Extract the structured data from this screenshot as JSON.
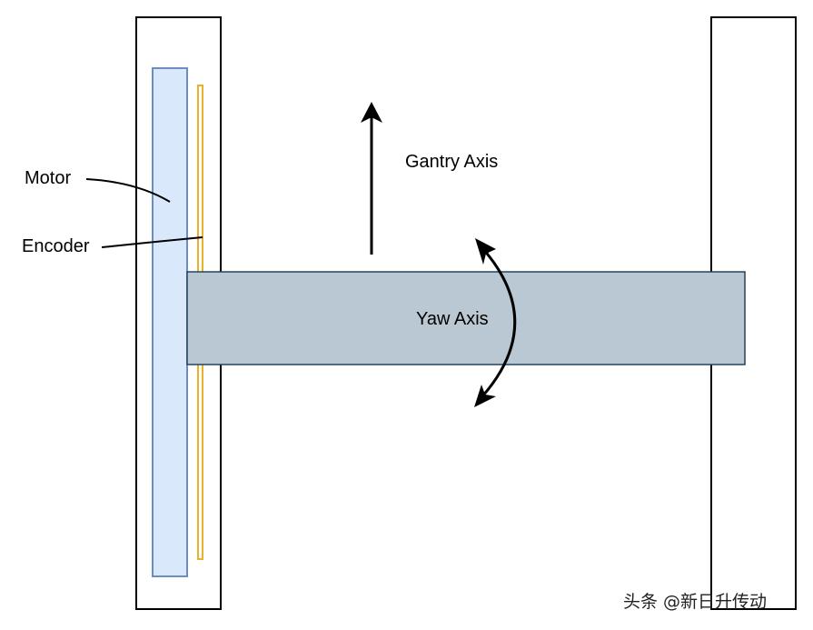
{
  "labels": {
    "motor": "Motor",
    "encoder": "Encoder",
    "gantry_axis": "Gantry Axis",
    "yaw_axis": "Yaw Axis"
  },
  "watermark": "头条 @新日升传动",
  "colors": {
    "motor_fill": "#dae8fc",
    "motor_stroke": "#6c8ebf",
    "encoder_stroke": "#e8b32a",
    "beam_fill": "#bac8d3",
    "beam_stroke": "#23445d",
    "frame_stroke": "#000000"
  }
}
